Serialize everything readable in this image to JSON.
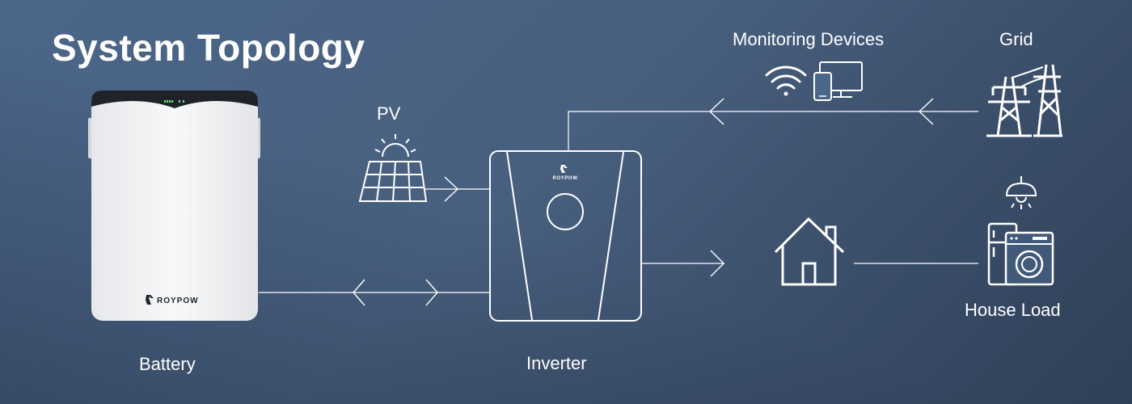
{
  "title": "System Topology",
  "labels": {
    "pv": "PV",
    "monitoring_devices": "Monitoring Devices",
    "grid": "Grid",
    "battery": "Battery",
    "inverter": "Inverter",
    "house_load": "House Load"
  },
  "brand": {
    "battery_logo": "ROYPOW",
    "inverter_logo": "ROYPOW"
  },
  "icons": {
    "pv": "solar-panel-icon",
    "monitoring": [
      "wifi-icon",
      "phone-icon",
      "monitor-icon"
    ],
    "grid": "power-tower-icon",
    "house": "house-icon",
    "load": [
      "lamp-icon",
      "fridge-icon",
      "washing-machine-icon"
    ]
  },
  "colors": {
    "background": "#48607f",
    "line": "#ffffff",
    "battery_body": "#f1f2f4",
    "battery_top": "#1f2329"
  }
}
